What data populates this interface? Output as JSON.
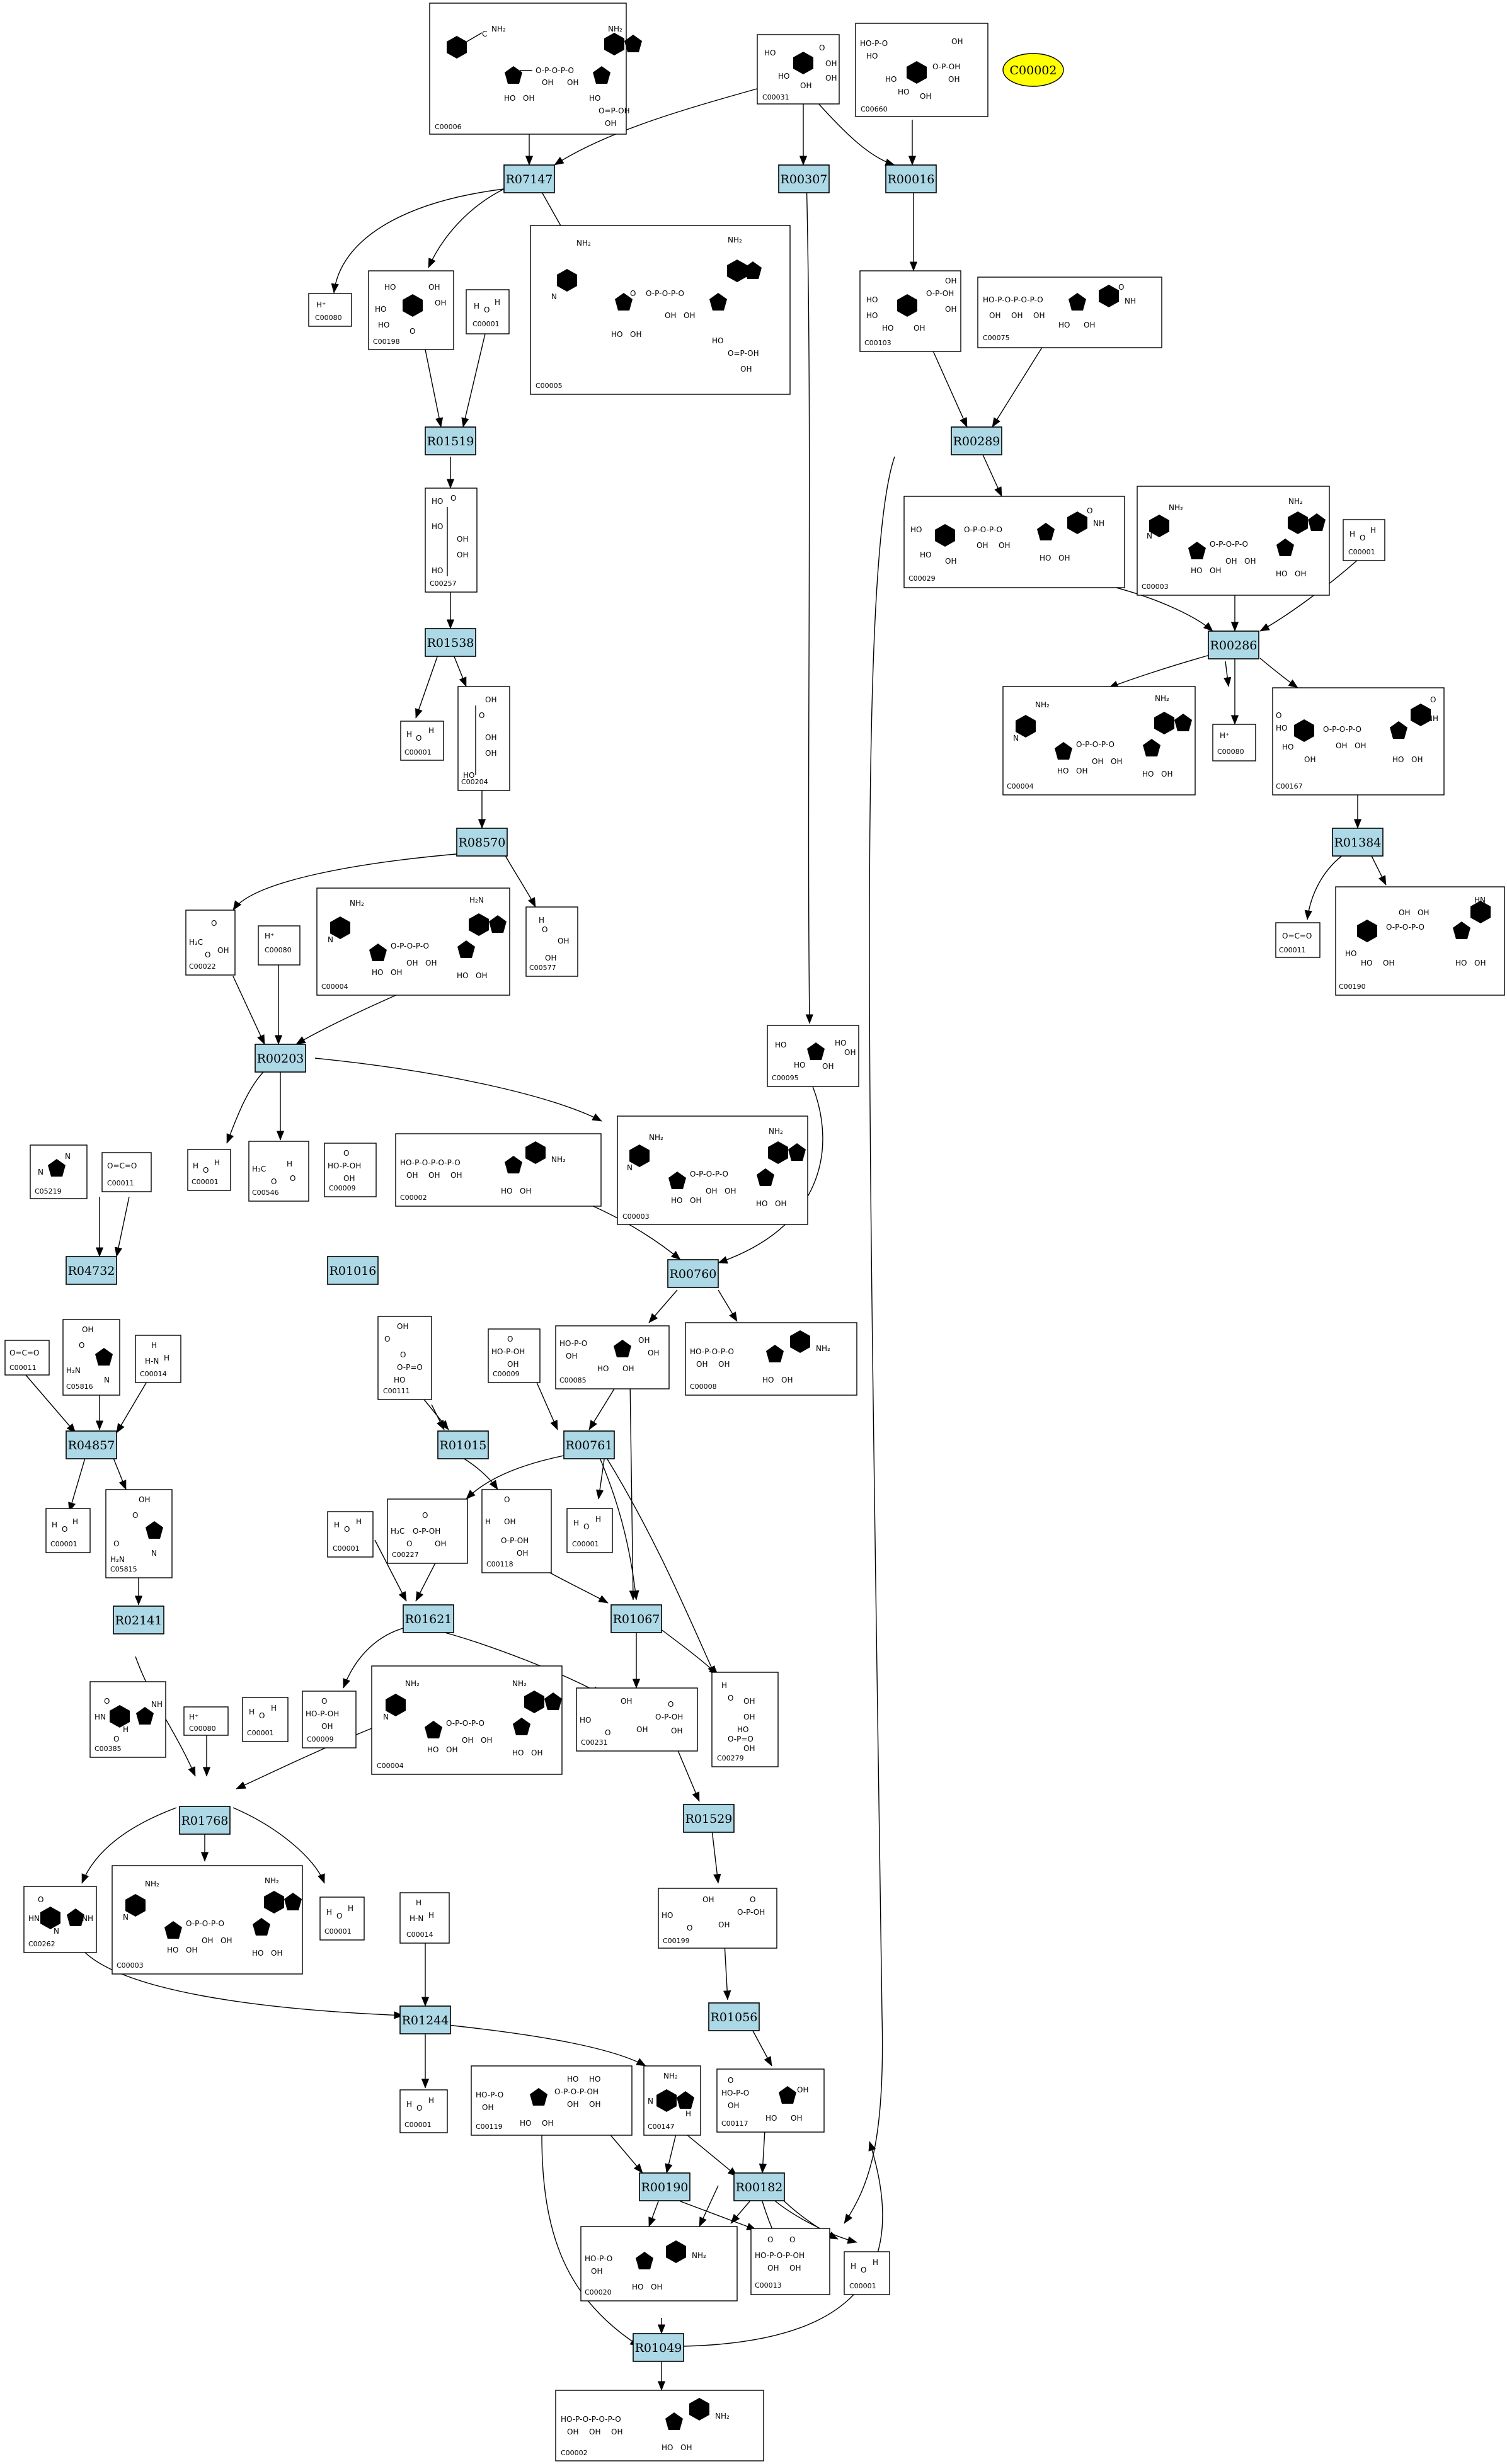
{
  "highlight": {
    "label": "C00002",
    "color": "#ffff00"
  },
  "reaction_color": "#add8e6",
  "reactions": {
    "R07147": "R07147",
    "R00307": "R00307",
    "R00016": "R00016",
    "R01519": "R01519",
    "R00289": "R00289",
    "R00286": "R00286",
    "R01538": "R01538",
    "R08570": "R08570",
    "R01384": "R01384",
    "R00203": "R00203",
    "R04732": "R04732",
    "R01016": "R01016",
    "R00760": "R00760",
    "R04857": "R04857",
    "R01015": "R01015",
    "R00761": "R00761",
    "R02141": "R02141",
    "R01621": "R01621",
    "R01067": "R01067",
    "R01768": "R01768",
    "R01529": "R01529",
    "R01244": "R01244",
    "R01056": "R01056",
    "R00190": "R00190",
    "R00182": "R00182",
    "R01049": "R01049"
  },
  "compounds": {
    "c_top_left": "C00006",
    "c_top_mid": "C00031",
    "c_top_right": "C00660",
    "c_h_1": "C00080",
    "c_198": "C00198",
    "c_water_1": "C00001",
    "c_nadph_1": "C00005",
    "c_103": "C00103",
    "c_075": "C00075",
    "c_257": "C00257",
    "c_029": "C00029",
    "c_nad_1": "C00003",
    "c_water_2": "C00001",
    "c_water_3": "C00001",
    "c_204": "C00204",
    "c_nadh_1": "C00004",
    "c_h_2": "C00080",
    "c_167": "C00167",
    "c_022": "C00022",
    "c_h_3": "C00080",
    "c_nadh_2": "C00004",
    "c_577": "C00577",
    "c_011_1": "C00011",
    "c_190": "C00190",
    "c_095": "C00095",
    "c_5219": "C05219",
    "c_011_2": "C00011",
    "c_water_4": "C00001",
    "c_546": "C00546",
    "c_009_1": "C00009",
    "c_002_mid": "C00002",
    "c_nad_2": "C00003",
    "c_011_3": "C00011",
    "c_5816": "C05816",
    "c_014_1": "C00014",
    "c_111": "C00111",
    "c_009_2": "C00009",
    "c_085": "C00085",
    "c_008": "C00008",
    "c_water_5": "C00001",
    "c_5815": "C05815",
    "c_water_6": "C00001",
    "c_227": "C00227",
    "c_118": "C00118",
    "c_water_7": "C00001",
    "c_385": "C00385",
    "c_h_4": "C00080",
    "c_water_8": "C00001",
    "c_009_3": "C00009",
    "c_nadh_3": "C00004",
    "c_231": "C00231",
    "c_279": "C00279",
    "c_262": "C00262",
    "c_nad_3": "C00003",
    "c_water_9": "C00001",
    "c_014_2": "C00014",
    "c_199": "C00199",
    "c_water_10": "C00001",
    "c_119": "C00119",
    "c_147": "C00147",
    "c_117": "C00117",
    "c_020": "C00020",
    "c_013": "C00013",
    "c_water_11": "C00001",
    "c_002_bottom": "C00002"
  }
}
